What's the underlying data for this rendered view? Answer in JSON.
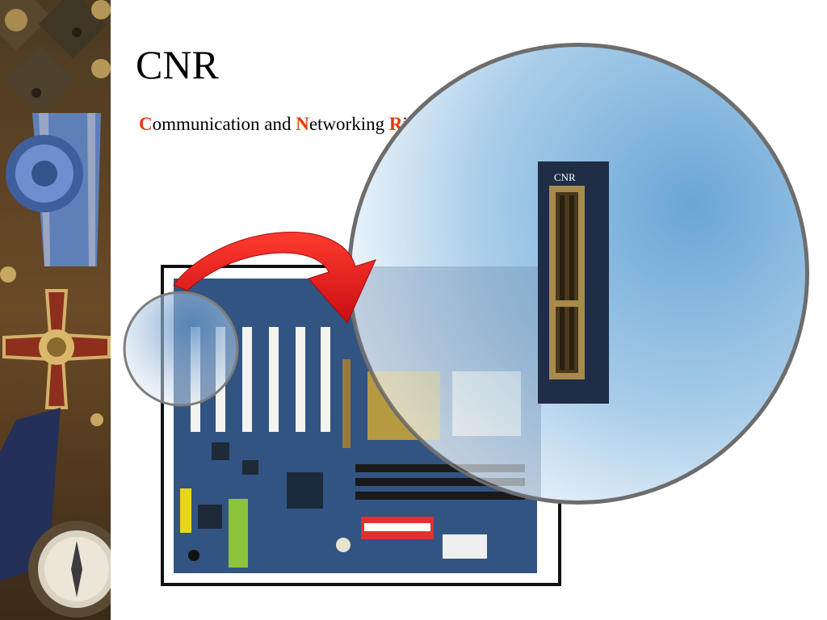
{
  "slide": {
    "title": "CNR",
    "subtitle": {
      "c_cap": "C",
      "c_rest": "ommunication and ",
      "n_cap": "N",
      "n_rest": "etworking ",
      "r_cap": "R",
      "r_rest": "iser"
    }
  },
  "figure": {
    "magnified_label": "CNR"
  },
  "colors": {
    "accent_red": "#e8380d",
    "arrow_red": "#e8141b",
    "lens_blue": "#7fb3d9",
    "board_blue": "#2c4d7c",
    "slot_tan": "#9a7a3a"
  }
}
